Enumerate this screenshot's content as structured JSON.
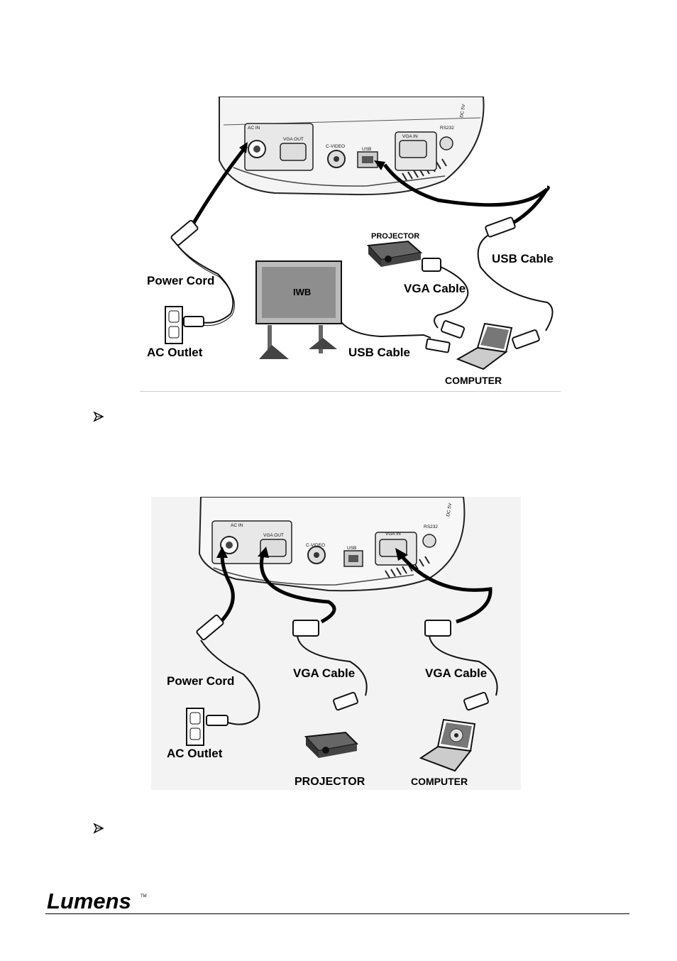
{
  "figure1": {
    "ports": [
      "AC IN",
      "VGA OUT",
      "C-VIDEO",
      "USB",
      "VGA IN",
      "RS232",
      "DC 5V"
    ],
    "labels": {
      "power_cord": "Power Cord",
      "ac_outlet": "AC Outlet",
      "iwb": "IWB",
      "projector": "PROJECTOR",
      "vga_cable": "VGA Cable",
      "usb_cable_right": "USB Cable",
      "usb_cable_bottom": "USB Cable",
      "computer": "COMPUTER"
    }
  },
  "figure2": {
    "ports": [
      "AC IN",
      "VGA OUT",
      "C-VIDEO",
      "USB",
      "VGA IN",
      "RS232",
      "DC 5V"
    ],
    "labels": {
      "power_cord": "Power Cord",
      "ac_outlet": "AC Outlet",
      "vga_cable_left": "VGA Cable",
      "vga_cable_right": "VGA Cable",
      "projector": "PROJECTOR",
      "computer": "COMPUTER"
    }
  },
  "bullets": [
    "arrowhead-bullet",
    "arrowhead-bullet"
  ],
  "footer": {
    "logo_text": "Lumens",
    "trademark": "TM"
  }
}
